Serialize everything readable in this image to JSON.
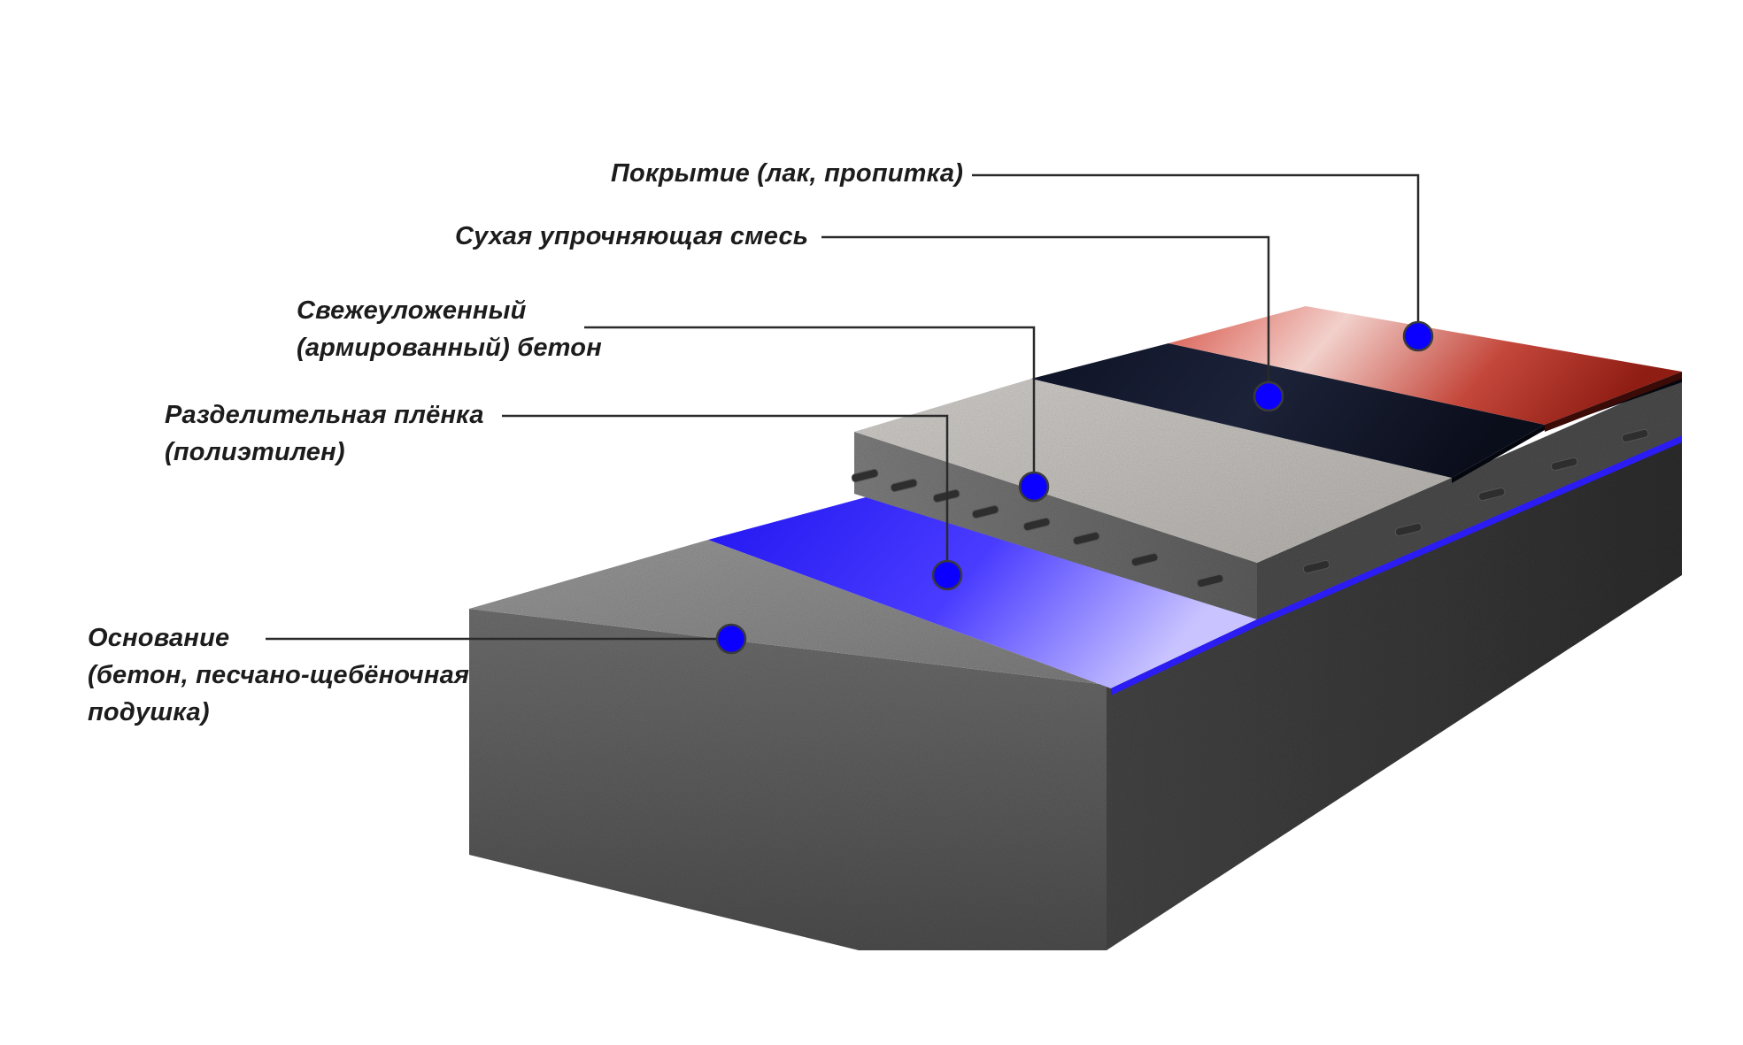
{
  "diagram": {
    "colors": {
      "background": "#ffffff",
      "leader_line": "#2a2a2a",
      "marker": "#0b00ff",
      "coating": "#b8342a",
      "hardener": "#141a30",
      "concrete": "#bfbcb8",
      "film": "#2a1cf2",
      "base": "#8a8a8a"
    },
    "layers": [
      {
        "id": "coating",
        "name_lines": [
          "Покрытие (лак, пропитка)"
        ]
      },
      {
        "id": "hardener",
        "name_lines": [
          "Сухая упрочняющая смесь"
        ]
      },
      {
        "id": "concrete",
        "name_lines": [
          "Свежеуложенный",
          "(армированный) бетон"
        ]
      },
      {
        "id": "film",
        "name_lines": [
          "Разделительная плёнка",
          "(полиэтилен)"
        ]
      },
      {
        "id": "base",
        "name_lines": [
          "Основание",
          "(бетон, песчано-щебёночная",
          "подушка)"
        ]
      }
    ]
  }
}
